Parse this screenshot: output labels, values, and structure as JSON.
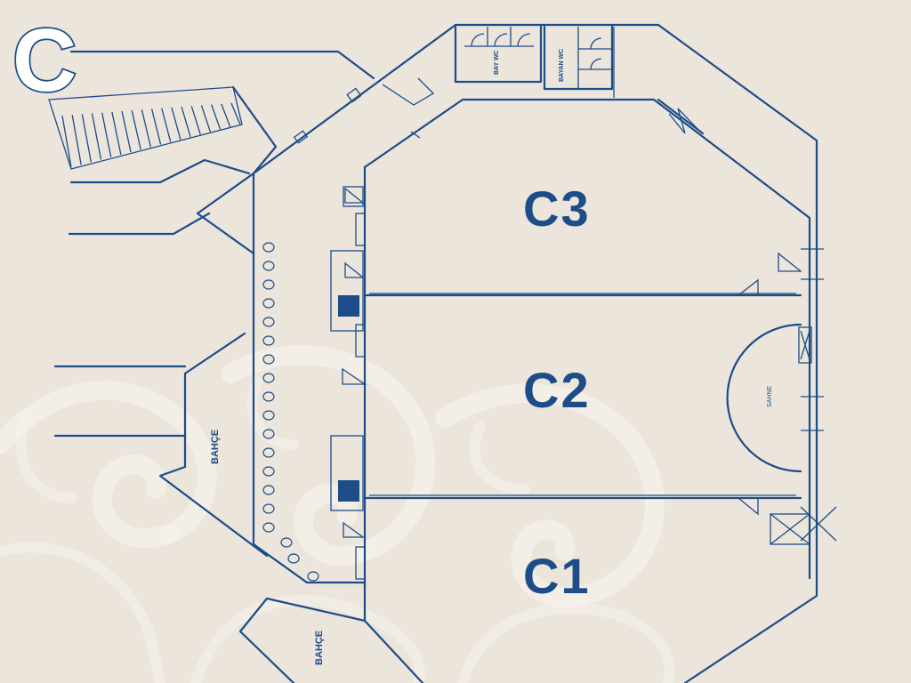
{
  "hall_letter": "C",
  "rooms": {
    "c3": "C3",
    "c2": "C2",
    "c1": "C1"
  },
  "gardens": {
    "left": "BAHÇE",
    "bottom": "BAHÇE"
  },
  "restrooms": {
    "men": "BAY WC",
    "women": "BAYAN WC"
  },
  "stage_label": "SAHNE",
  "colors": {
    "ink": "#1c4d88",
    "background": "#ebe5dc",
    "ornament": "#f5f1ea"
  }
}
